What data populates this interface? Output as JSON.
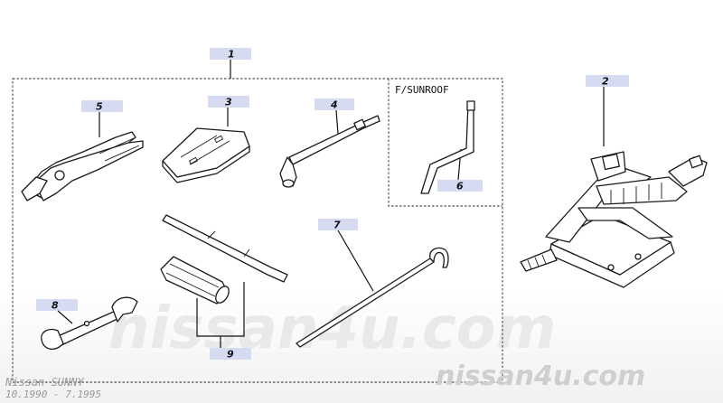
{
  "callouts": [
    "1",
    "2",
    "3",
    "4",
    "5",
    "6",
    "7",
    "8",
    "9"
  ],
  "sunroof_label": "F/SUNROOF",
  "watermark_center": "nissan4u.com",
  "watermark_corner": "nissan4u.com",
  "model_name": "Nissan SUNNY",
  "model_years": "10.1990 - 7.1995"
}
